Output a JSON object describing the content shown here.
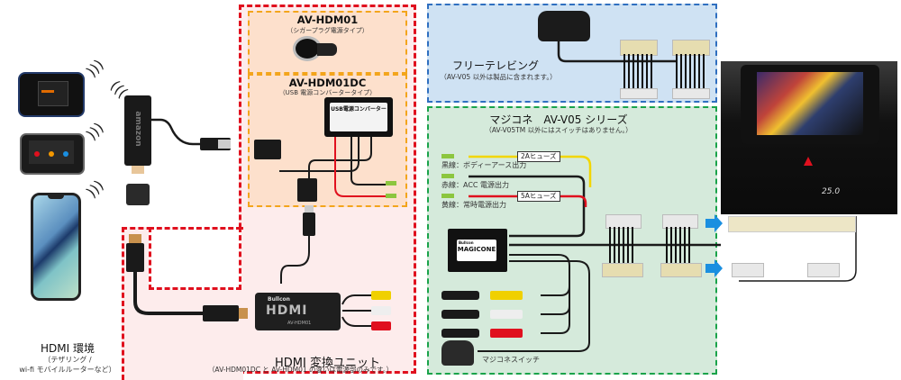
{
  "left_section": {
    "title": "HDMI 環境",
    "subtitle_line1": "（テザリング /",
    "subtitle_line2": "wi-fi モバイルルーターなど）",
    "devices": [
      "mobile-router-1",
      "mobile-router-2",
      "smartphone"
    ],
    "stick_brand": "amazon"
  },
  "hdmi_unit_section": {
    "title": "HDMI 変換ユニット",
    "note": "（AV-HDM01DC と AV-HDM01 の違いは電源部のみです。）",
    "border_color": "#e0101e",
    "fill_color": "#fdecec",
    "variants": [
      {
        "model": "AV-HDM01",
        "desc": "（シガープラグ電源タイプ）"
      },
      {
        "model": "AV-HDM01DC",
        "desc": "（USB 電源コンバータータイプ）"
      }
    ],
    "converter_label": "USB電源コンバーター",
    "hdmi_box_logo": "HDMI",
    "hdmi_box_model": "AV-HDM01",
    "hdmi_box_brand": "Bullcon",
    "variant_border_color": "#f3a51c",
    "variant_fill_color": "#fde0cc"
  },
  "free_tv_section": {
    "title": "フリーテレビング",
    "note": "（AV-V05 以外は製品に含まれます。）",
    "border_color": "#2f6fc0",
    "fill_color": "#cfe2f3"
  },
  "magicone_section": {
    "title": "マジコネ　AV-V05 シリーズ",
    "note": "（AV-V05TM 以外にはスイッチはありません。）",
    "border_color": "#1aa34a",
    "fill_color": "#d5eadb",
    "box_logo": "MAGICONE",
    "box_brand": "Bullcon",
    "wires": [
      {
        "label": "黒線：ボディーアース出力",
        "color": "#f2d600",
        "fuse": "2Aヒューズ"
      },
      {
        "label": "赤線：ACC 電源出力",
        "color": "#111111",
        "fuse": ""
      },
      {
        "label": "黄線：常時電源出力",
        "color": "#e0101e",
        "fuse": "5Aヒューズ"
      }
    ],
    "switch_label": "マジコネスイッチ"
  },
  "car_section": {
    "climate_temp": "25.0"
  },
  "colors": {
    "arrow": "#1a8fe0",
    "cable": "#1a1a1a",
    "wire_tip": "#8cc63f"
  }
}
